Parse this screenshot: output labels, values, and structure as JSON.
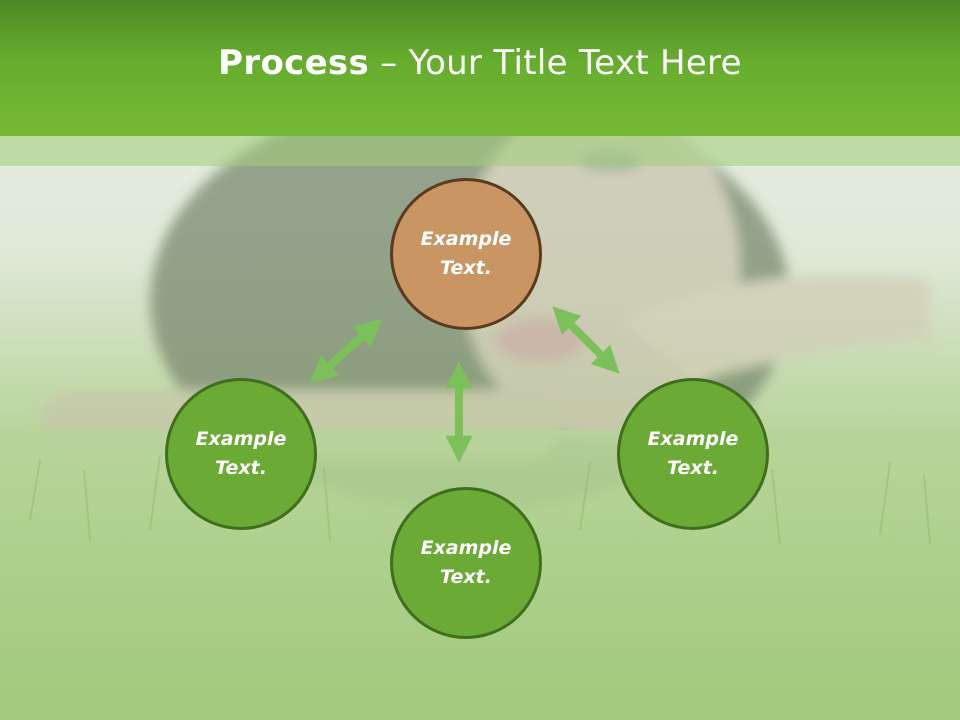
{
  "title": {
    "bold": "Process",
    "rest": " – Your Title Text Here"
  },
  "nodes": {
    "top": "Example Text.",
    "left": "Example Text.",
    "right": "Example Text.",
    "bottom": "Example Text."
  },
  "colors": {
    "header": "#66ad2e",
    "node_green": "#6aaa35",
    "node_orange": "#c99563",
    "arrow": "#7cc05a"
  }
}
